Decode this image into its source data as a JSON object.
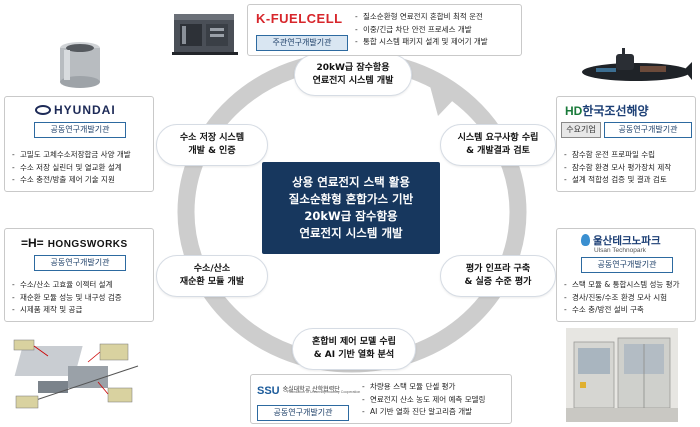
{
  "center": {
    "lines": [
      "상용 연료전지 스택 활용",
      "질소순환형 혼합가스 기반",
      "20kW급 잠수함용",
      "연료전지 시스템 개발"
    ]
  },
  "nodes": {
    "top": [
      "20kW급 잠수함용",
      "연료전지 시스템 개발"
    ],
    "right_upper": [
      "시스템 요구사항 수립",
      "& 개발결과 검토"
    ],
    "right_lower": [
      "평가 인프라 구축",
      "& 실증 수준 평가"
    ],
    "bottom": [
      "혼합비 제어 모델 수립",
      "& AI 기반 열화 분석"
    ],
    "left_lower": [
      "수소/산소",
      "재순환 모듈 개발"
    ],
    "left_upper": [
      "수소 저장 시스템",
      "개발 & 인증"
    ]
  },
  "orgs": {
    "kfuelcell": {
      "logo": "K-FUELCELL",
      "role": "주관연구개발기관",
      "items": [
        "질소순환형 연료전지 혼합비 최적 운전",
        "이중/긴급 차단 안전 프로세스 개발",
        "통합 시스템 패키지 설계 및 제어기 개발"
      ]
    },
    "hyundai": {
      "logo": "HYUNDAI",
      "role": "공동연구개발기관",
      "items": [
        "고밀도 고체수소저장합금 사양 개발",
        "수소 저장 실린더 및 열교환 설계",
        "수소 충전/방출 제어 기술 지원"
      ]
    },
    "hd": {
      "logo_mark": "HD",
      "logo_text": "한국조선해양",
      "role_user": "수요기업",
      "role": "공동연구개발기관",
      "items": [
        "잠수함 운전 프로파일 수립",
        "잠수함 환경 모사 평가장치 제작",
        "설계 적합성 검증 및 결과 검토"
      ]
    },
    "hongsworks": {
      "logo_mark": "=H=",
      "logo_text": "HONGSWORKS",
      "role": "공동연구개발기관",
      "items": [
        "수소/산소 고효율 이젝터 설계",
        "재순환 모듈 성능 및 내구성 검증",
        "시제품 제작 및 공급"
      ]
    },
    "ulsan": {
      "logo_text": "울산테크노파크",
      "logo_sub": "Ulsan Technopark",
      "role": "공동연구개발기관",
      "items": [
        "스택 모듈 & 통합시스템 성능 평가",
        "경사/진동/수조 환경 모사 시험",
        "수소 충/방전 설비 구축"
      ]
    },
    "soongsil": {
      "logo_mark": "SSU",
      "logo_text": "숭실대학교 산학협력단",
      "logo_sub": "Foundation of University-Industry Cooperation",
      "role": "공동연구개발기관",
      "items": [
        "차량용 스택 모듈 단셀 평가",
        "연료전지 산소 농도 제어 예측 모델링",
        "AI 기반 열화 진단 알고리즘 개발"
      ]
    }
  },
  "colors": {
    "navy": "#17375e",
    "ring": "#c8c8c8",
    "kfuel_red": "#d7262b",
    "hd_green": "#1a7a3a",
    "hd_blue": "#1c3f75"
  }
}
